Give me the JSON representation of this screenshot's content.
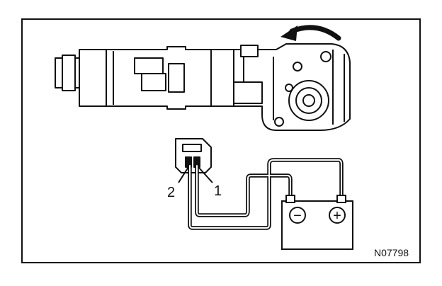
{
  "pins": {
    "pin1": "1",
    "pin2": "2"
  },
  "battery": {
    "negative": "−",
    "positive": "+"
  },
  "figure_code": "N07798",
  "colors": {
    "ink": "#111111",
    "paper": "#ffffff"
  },
  "icons": {
    "rotation_arrow": "curved-arrow-icon"
  }
}
